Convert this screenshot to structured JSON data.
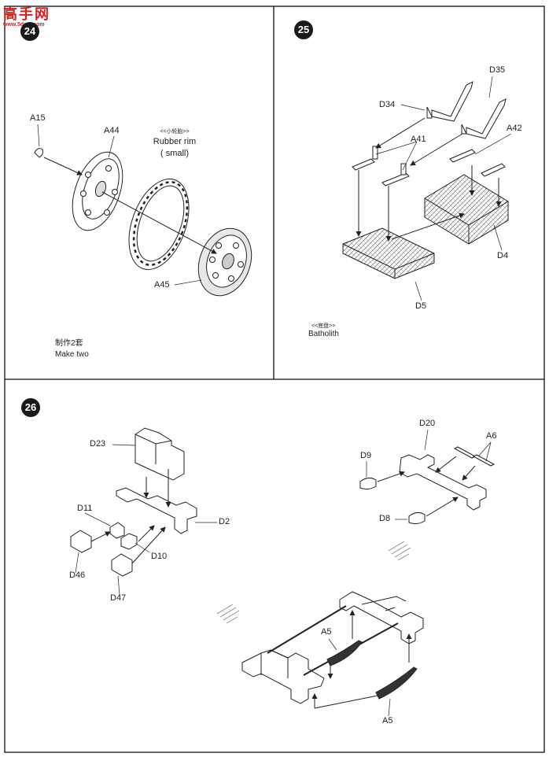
{
  "watermark": {
    "title": "高手网",
    "url": "www.5dmx.com"
  },
  "steps": [
    {
      "number": "24",
      "labels": {
        "a15": "A15",
        "a44": "A44",
        "a45": "A45",
        "rim_cn": "<<小轮胎>>",
        "rim_en": "Rubber rim",
        "rim_size": "( small)",
        "note_cn": "制作2套",
        "note_en": "Make two"
      }
    },
    {
      "number": "25",
      "labels": {
        "d34": "D34",
        "d35": "D35",
        "a41": "A41",
        "a42": "A42",
        "d4": "D4",
        "d5": "D5",
        "note_cn": "<<底盘>>",
        "note_en": "Batholith"
      }
    },
    {
      "number": "26",
      "labels": {
        "d23": "D23",
        "d11": "D11",
        "d2": "D2",
        "d10": "D10",
        "d46": "D46",
        "d47": "D47",
        "d20": "D20",
        "a6": "A6",
        "d9": "D9",
        "d8": "D8",
        "a5_left": "A5",
        "a5_bottom": "A5"
      }
    }
  ]
}
